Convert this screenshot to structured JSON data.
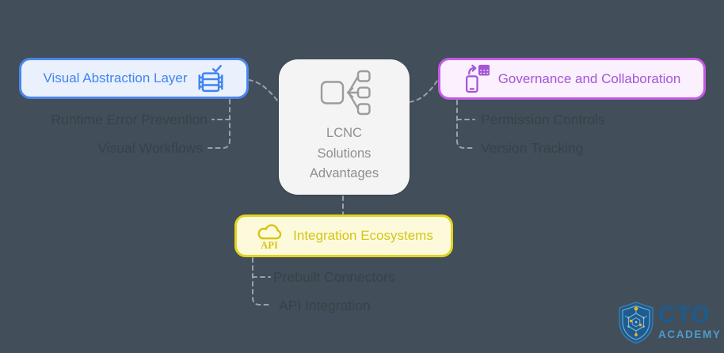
{
  "diagram": {
    "center": {
      "line1": "LCNC",
      "line2": "Solutions",
      "line3": "Advantages"
    },
    "visual": {
      "label": "Visual Abstraction Layer",
      "children": [
        "Runtime Error Prevention",
        "Visual Workflows"
      ]
    },
    "governance": {
      "label": "Governance and Collaboration",
      "children": [
        "Permission Controls",
        "Version Tracking"
      ]
    },
    "integration": {
      "label": "Integration Ecosystems",
      "children": [
        "Prebuilt Connectors",
        "API Integration"
      ],
      "icon_caption": "API"
    }
  },
  "logo": {
    "title": "CTO",
    "subtitle": "ACADEMY"
  },
  "colors": {
    "background": "#424E59",
    "connector": "#99A1A8",
    "sub_label_text": "#3A4148",
    "blue_border": "#4A86EC",
    "blue_bg": "#EAF1FD",
    "blue_text": "#4184F0",
    "purple_border": "#C45BE3",
    "purple_bg": "#FAF0FE",
    "purple_text": "#A455D6",
    "yellow_border": "#E2D31F",
    "yellow_bg": "#FDFADC",
    "yellow_text": "#D4C614",
    "center_bg": "#F4F4F4",
    "center_text": "#8F8F8F",
    "center_icon": "#9C9C9C",
    "logo_shield": "#1E5C8E",
    "logo_title": "#1B5C8F",
    "logo_subtitle": "#4E9BCB",
    "logo_accent": "#F2B32A"
  }
}
